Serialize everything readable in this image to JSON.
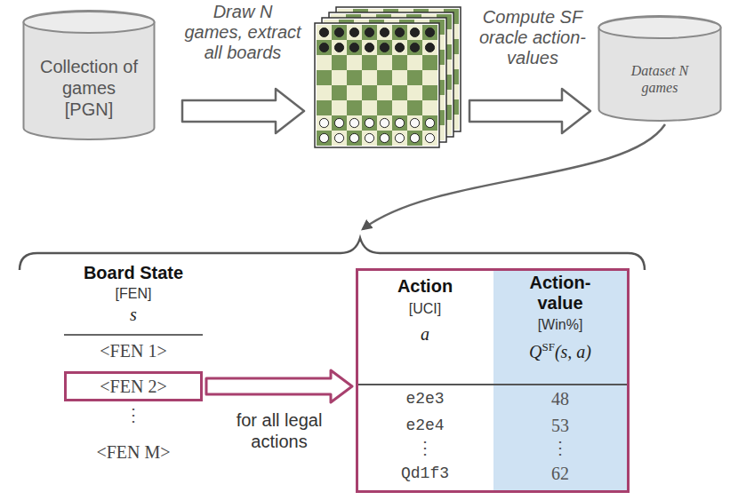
{
  "diagram": {
    "nodes": [
      {
        "text": [
          "Collection of games",
          "[PGN]"
        ]
      },
      {
        "text": [
          "Dataset N games"
        ]
      },
      {
        "text": [
          "<FEN 2>"
        ]
      },
      {
        "text": [
          "Action",
          "[UCI]",
          "a",
          "Action-value",
          "[Win%]",
          "Q",
          "SF",
          "(s, a)",
          "e2e3",
          "48",
          "e2e4",
          "53",
          "⋮",
          "⋮",
          "Qd1f3",
          "62"
        ]
      }
    ],
    "edges": [
      {
        "from": 2,
        "to": 3,
        "arrow": "to",
        "label": "for all legal actions"
      }
    ],
    "labels": [
      "Draw N games, extract all boards",
      "Compute SF oracle action-values",
      "Board State",
      "[FEN]",
      "s",
      "<FEN 1>",
      "⋮",
      "<FEN M>"
    ]
  }
}
